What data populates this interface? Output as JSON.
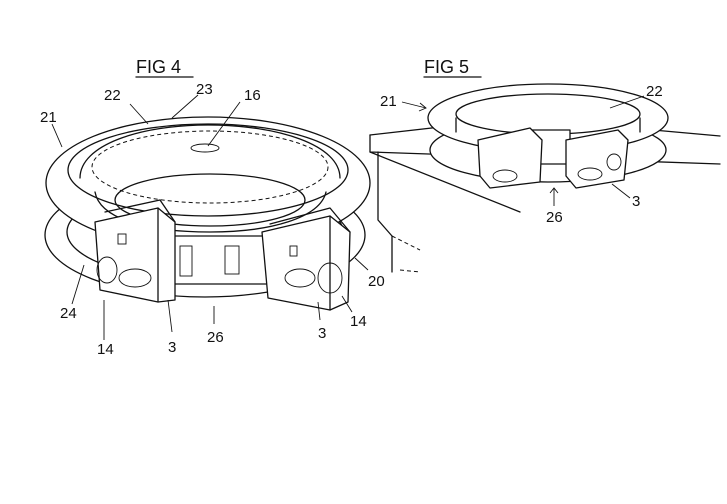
{
  "figures": [
    {
      "title": "FIG 4",
      "labels": {
        "l21": "21",
        "l22": "22",
        "l23": "23",
        "l16": "16",
        "l24": "24",
        "l14a": "14",
        "l3a": "3",
        "l26": "26",
        "l3b": "3",
        "l14b": "14",
        "l20": "20"
      }
    },
    {
      "title": "FIG 5",
      "labels": {
        "l21": "21",
        "l22": "22",
        "l26": "26",
        "l3": "3"
      }
    }
  ]
}
